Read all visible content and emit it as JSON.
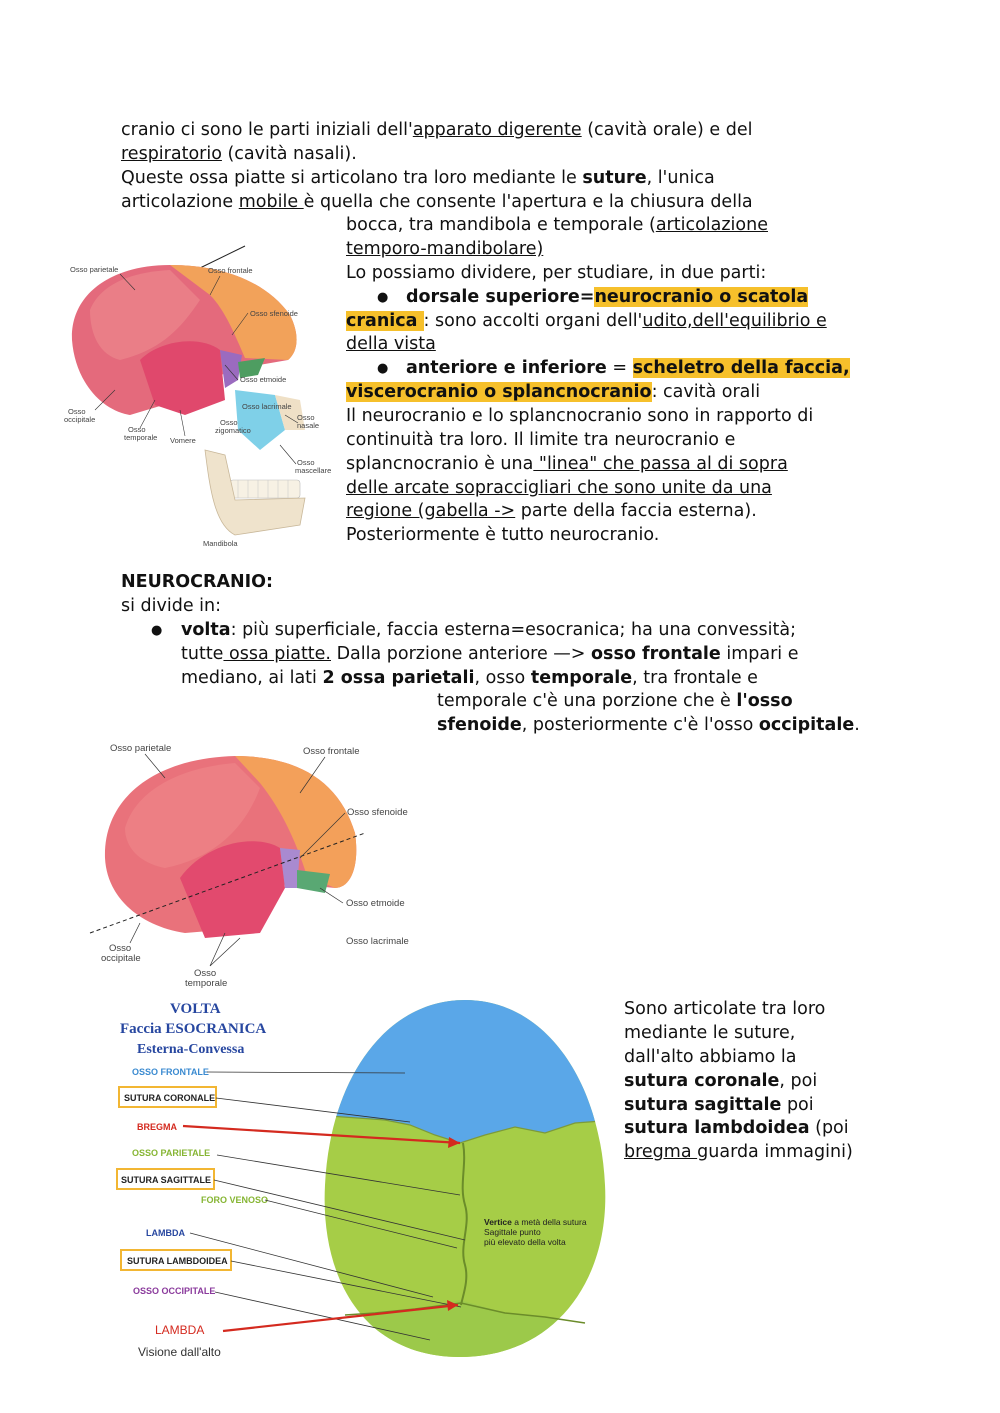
{
  "intro": {
    "l1a": "cranio ci sono le parti iniziali dell'",
    "l1b": "apparato digerente",
    "l1c": " (cavità orale) e del",
    "l2a": "respiratorio",
    "l2b": " (cavità nasali).",
    "l3a": "Queste ossa piatte si articolano tra loro mediante le ",
    "l3b": "suture",
    "l3c": ", l'unica",
    "l4a": "articolazione ",
    "l4b": "mobile ",
    "l4c": "è quella che consente l'apertura e la chiusura della",
    "l5a": "bocca, tra mandibola e temporale (",
    "l5b": "articolazione",
    "l6a": "temporo-mandibolare)",
    "l7": "Lo possiamo dividere, per studiare, in due parti:",
    "b1": "●",
    "l8a": "dorsale superiore",
    "l8b": "=",
    "l8c": "neurocranio o scatola",
    "l9a": "cranica ",
    "l9b": ": sono accolti organi dell'",
    "l9c": "udito,dell'equilibrio e",
    "l10": "della vista",
    "b2": "●",
    "l11a": "anteriore e inferiore",
    "l11b": " = ",
    "l11c": " scheletro della faccia,",
    "l12a": "viscerocranio o splancnocranio",
    "l12b": ": cavità orali",
    "l13": "Il neurocranio e lo splancnocranio sono in rapporto di",
    "l14": "continuità tra loro. Il limite tra neurocranio e",
    "l15a": "splancnocranio è una",
    "l15b": " \"linea\" che passa al di sopra",
    "l16": "delle arcate sopraccigliari che sono unite da una",
    "l17a": "regione (gabella ->",
    "l17b": " parte della faccia esterna).",
    "l18": "Posteriormente è tutto neurocranio."
  },
  "neuro": {
    "title": "NEUROCRANIO:",
    "sub": "si divide in:",
    "bullet": "●",
    "v1a": "volta",
    "v1b": ": più superficiale, faccia esterna=esocranica; ha una convessità;",
    "v2a": "tutte",
    "v2b": " ossa piatte.",
    "v2c": " Dalla porzione anteriore —> ",
    "v2d": "osso frontale",
    "v2e": " impari e",
    "v3a": "mediano, ai lati ",
    "v3b": "2 ossa parietali",
    "v3c": ", osso ",
    "v3d": "temporale",
    "v3e": ", tra frontale e",
    "v4a": "temporale c'è una porzione che è ",
    "v4b": "l'osso",
    "v5a": "sfenoide",
    "v5b": ", posteriormente c'è l'osso ",
    "v5c": "occipitale",
    "v5d": "."
  },
  "suture_text": {
    "s1": "Sono articolate tra loro",
    "s2": "mediante le suture,",
    "s3": "dall'alto abbiamo la",
    "s4a": "sutura coronale",
    "s4b": ", poi",
    "s5a": "sutura sagittale",
    "s5b": " poi",
    "s6a": "sutura lambdoidea",
    "s6b": " (poi",
    "s7a": "bregma ",
    "s7b": "guarda immagini)"
  },
  "figure1": {
    "parietale": "Osso parietale",
    "frontale": "Osso frontale",
    "sfenoide": "Osso sfenoide",
    "etmoide": "Osso etmoide",
    "lacrimale": "Osso lacrimale",
    "zigomatico1": "Osso",
    "zigomatico2": "zigomatico",
    "nasale1": "Osso",
    "nasale2": "nasale",
    "occipitale1": "Osso",
    "occipitale2": "occipitale",
    "temporale1": "Osso",
    "temporale2": "temporale",
    "vomere": "Vomere",
    "mascellare1": "Osso",
    "mascellare2": "mascellare",
    "mandibola": "Mandibola"
  },
  "figure2": {
    "parietale": "Osso parietale",
    "frontale": "Osso frontale",
    "sfenoide": "Osso sfenoide",
    "etmoide": "Osso etmoide",
    "lacrimale": "Osso lacrimale",
    "occipitale1": "Osso",
    "occipitale2": "occipitale",
    "temporale1": "Osso",
    "temporale2": "temporale"
  },
  "figure3": {
    "t1": "VOLTA",
    "t2": "Faccia ESOCRANICA",
    "t3": "Esterna-Convessa",
    "frontale": "OSSO FRONTALE",
    "coronale": "SUTURA CORONALE",
    "bregma": "BREGMA",
    "parietale": "OSSO PARIETALE",
    "sagittale": "SUTURA SAGITTALE",
    "foro": "FORO VENOSO",
    "lambda": "LAMBDA",
    "lambdoidea": "SUTURA LAMBDOIDEA",
    "occipitale": "OSSO OCCIPITALE",
    "lambda2": "LAMBDA",
    "visione": "Visione dall'alto",
    "vertice1a": "Vertice",
    "vertice1b": " a metà della sutura",
    "vertice2": "Sagittale punto",
    "vertice3": "più elevato della volta"
  },
  "colors": {
    "highlight": "#f6c02b",
    "frontal_blue": "#5aa7e8",
    "parietal_green": "#a8cf45",
    "red_arrow": "#d42a1f"
  }
}
